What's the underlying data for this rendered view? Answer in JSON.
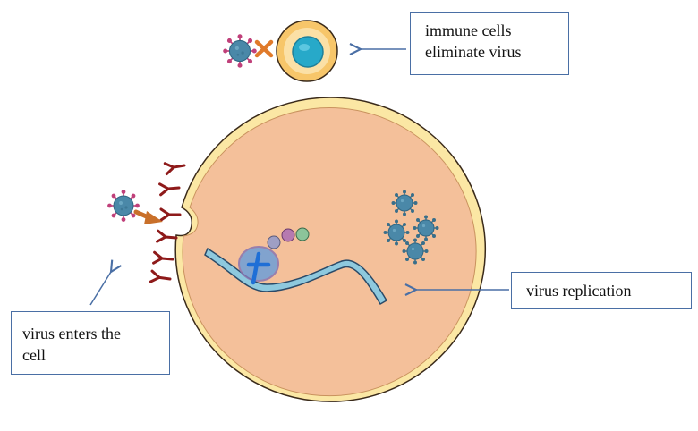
{
  "labels": {
    "immune": [
      "immune cells",
      "eliminate virus"
    ],
    "replication": [
      "virus replication"
    ],
    "enters": [
      "virus enters the",
      "cell"
    ]
  },
  "colors": {
    "cell_fill": "#f4c09a",
    "cell_membrane": "#fbe7a4",
    "cell_outline": "#3a2a1a",
    "virus": "#4a88a8",
    "virus_spike": "#c0407a",
    "receptor": "#8e1a1a",
    "dna": "#8ec9de",
    "nucleus_fill": "#6e9fd8",
    "immune_fill": "#f7c66a",
    "immune_nucleus": "#27a9c9",
    "arrow": "#4a6fa5",
    "block_x": "#e07a2a",
    "entry_arrow": "#c9702a",
    "box_border": "#4a6fa5"
  },
  "icons": [
    "virus-icon",
    "immune-cell-icon",
    "receptor-icon",
    "dna-strand-icon",
    "block-x-icon"
  ]
}
